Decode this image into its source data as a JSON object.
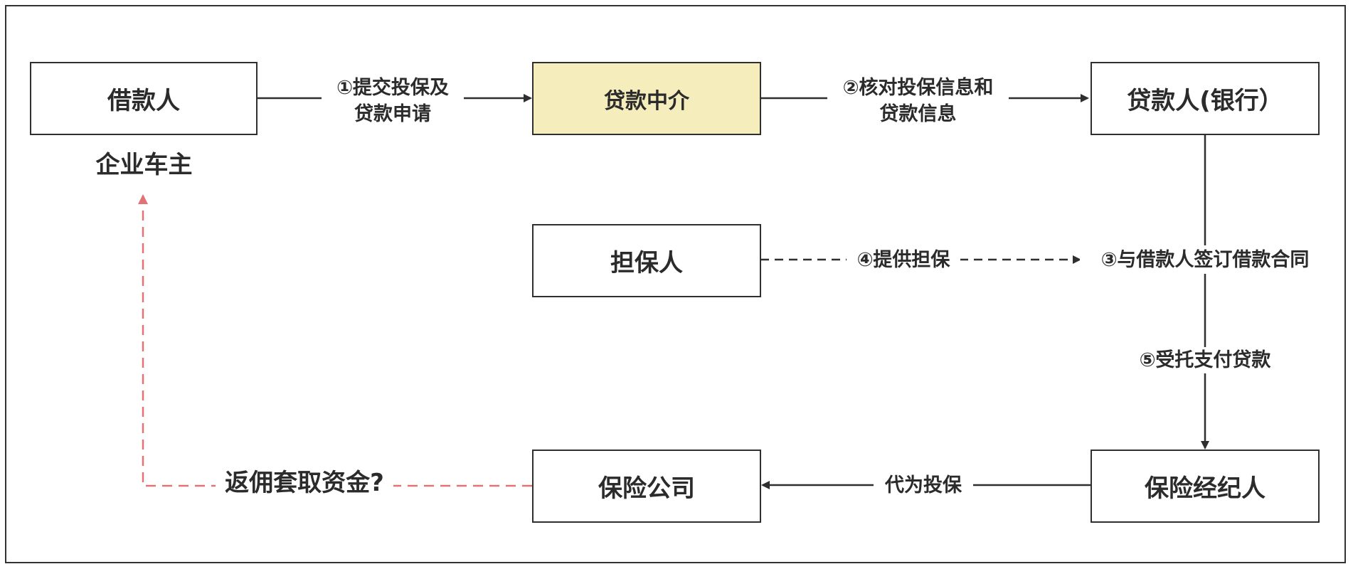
{
  "nodes": {
    "borrower": "借款人",
    "borrower_type": "企业车主",
    "agent": "贷款中介",
    "lender": "贷款人(银行）",
    "guarantor": "担保人",
    "broker": "保险经纪人",
    "insurer": "保险公司"
  },
  "edges": {
    "e1_line1": "①提交投保及",
    "e1_line2": "贷款申请",
    "e2_line1": "②核对投保信息和",
    "e2_line2": "贷款信息",
    "e3": "③与借款人签订借款合同",
    "e4": "④提供担保",
    "e5": "⑤受托支付贷款",
    "e6": "代为投保",
    "e7": "返佣套取资金?"
  },
  "colors": {
    "highlight_fill": "#f6edbd",
    "line": "#2f2f2f",
    "suspicious": "#e07474"
  }
}
